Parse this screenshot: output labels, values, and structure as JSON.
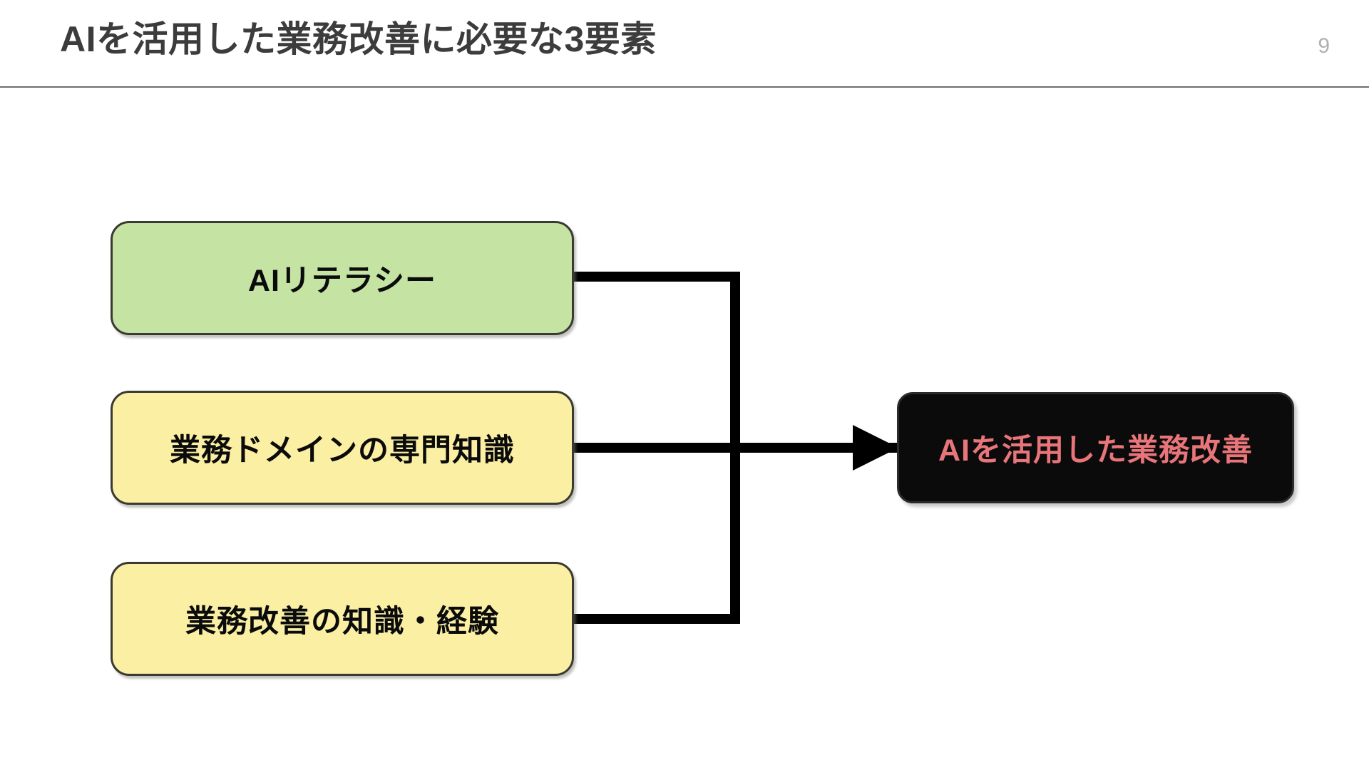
{
  "slide": {
    "title": "AIを活用した業務改善に必要な3要素",
    "page_number": "9",
    "background_color": "#ffffff",
    "title_color": "#3c3c3c",
    "rule_color": "#6e6e6e"
  },
  "diagram": {
    "type": "convergence-flow",
    "connector_color": "#000000",
    "sources": [
      {
        "id": "ai-literacy",
        "label": "AIリテラシー",
        "fill": "#c5e3a3",
        "border": "#3a3a32",
        "text_color": "#0b0b0b"
      },
      {
        "id": "business-domain-expertise",
        "label": "業務ドメインの専門知識",
        "fill": "#faefa3",
        "border": "#3a3a32",
        "text_color": "#0b0b0b"
      },
      {
        "id": "improvement-knowledge-experience",
        "label": "業務改善の知識・経験",
        "fill": "#faefa3",
        "border": "#3a3a32",
        "text_color": "#0b0b0b"
      }
    ],
    "target": {
      "id": "ai-driven-business-improvement",
      "label": "AIを活用した業務改善",
      "fill": "#0b0b0b",
      "border": "#2a2a2a",
      "text_color": "#e8757a"
    }
  }
}
